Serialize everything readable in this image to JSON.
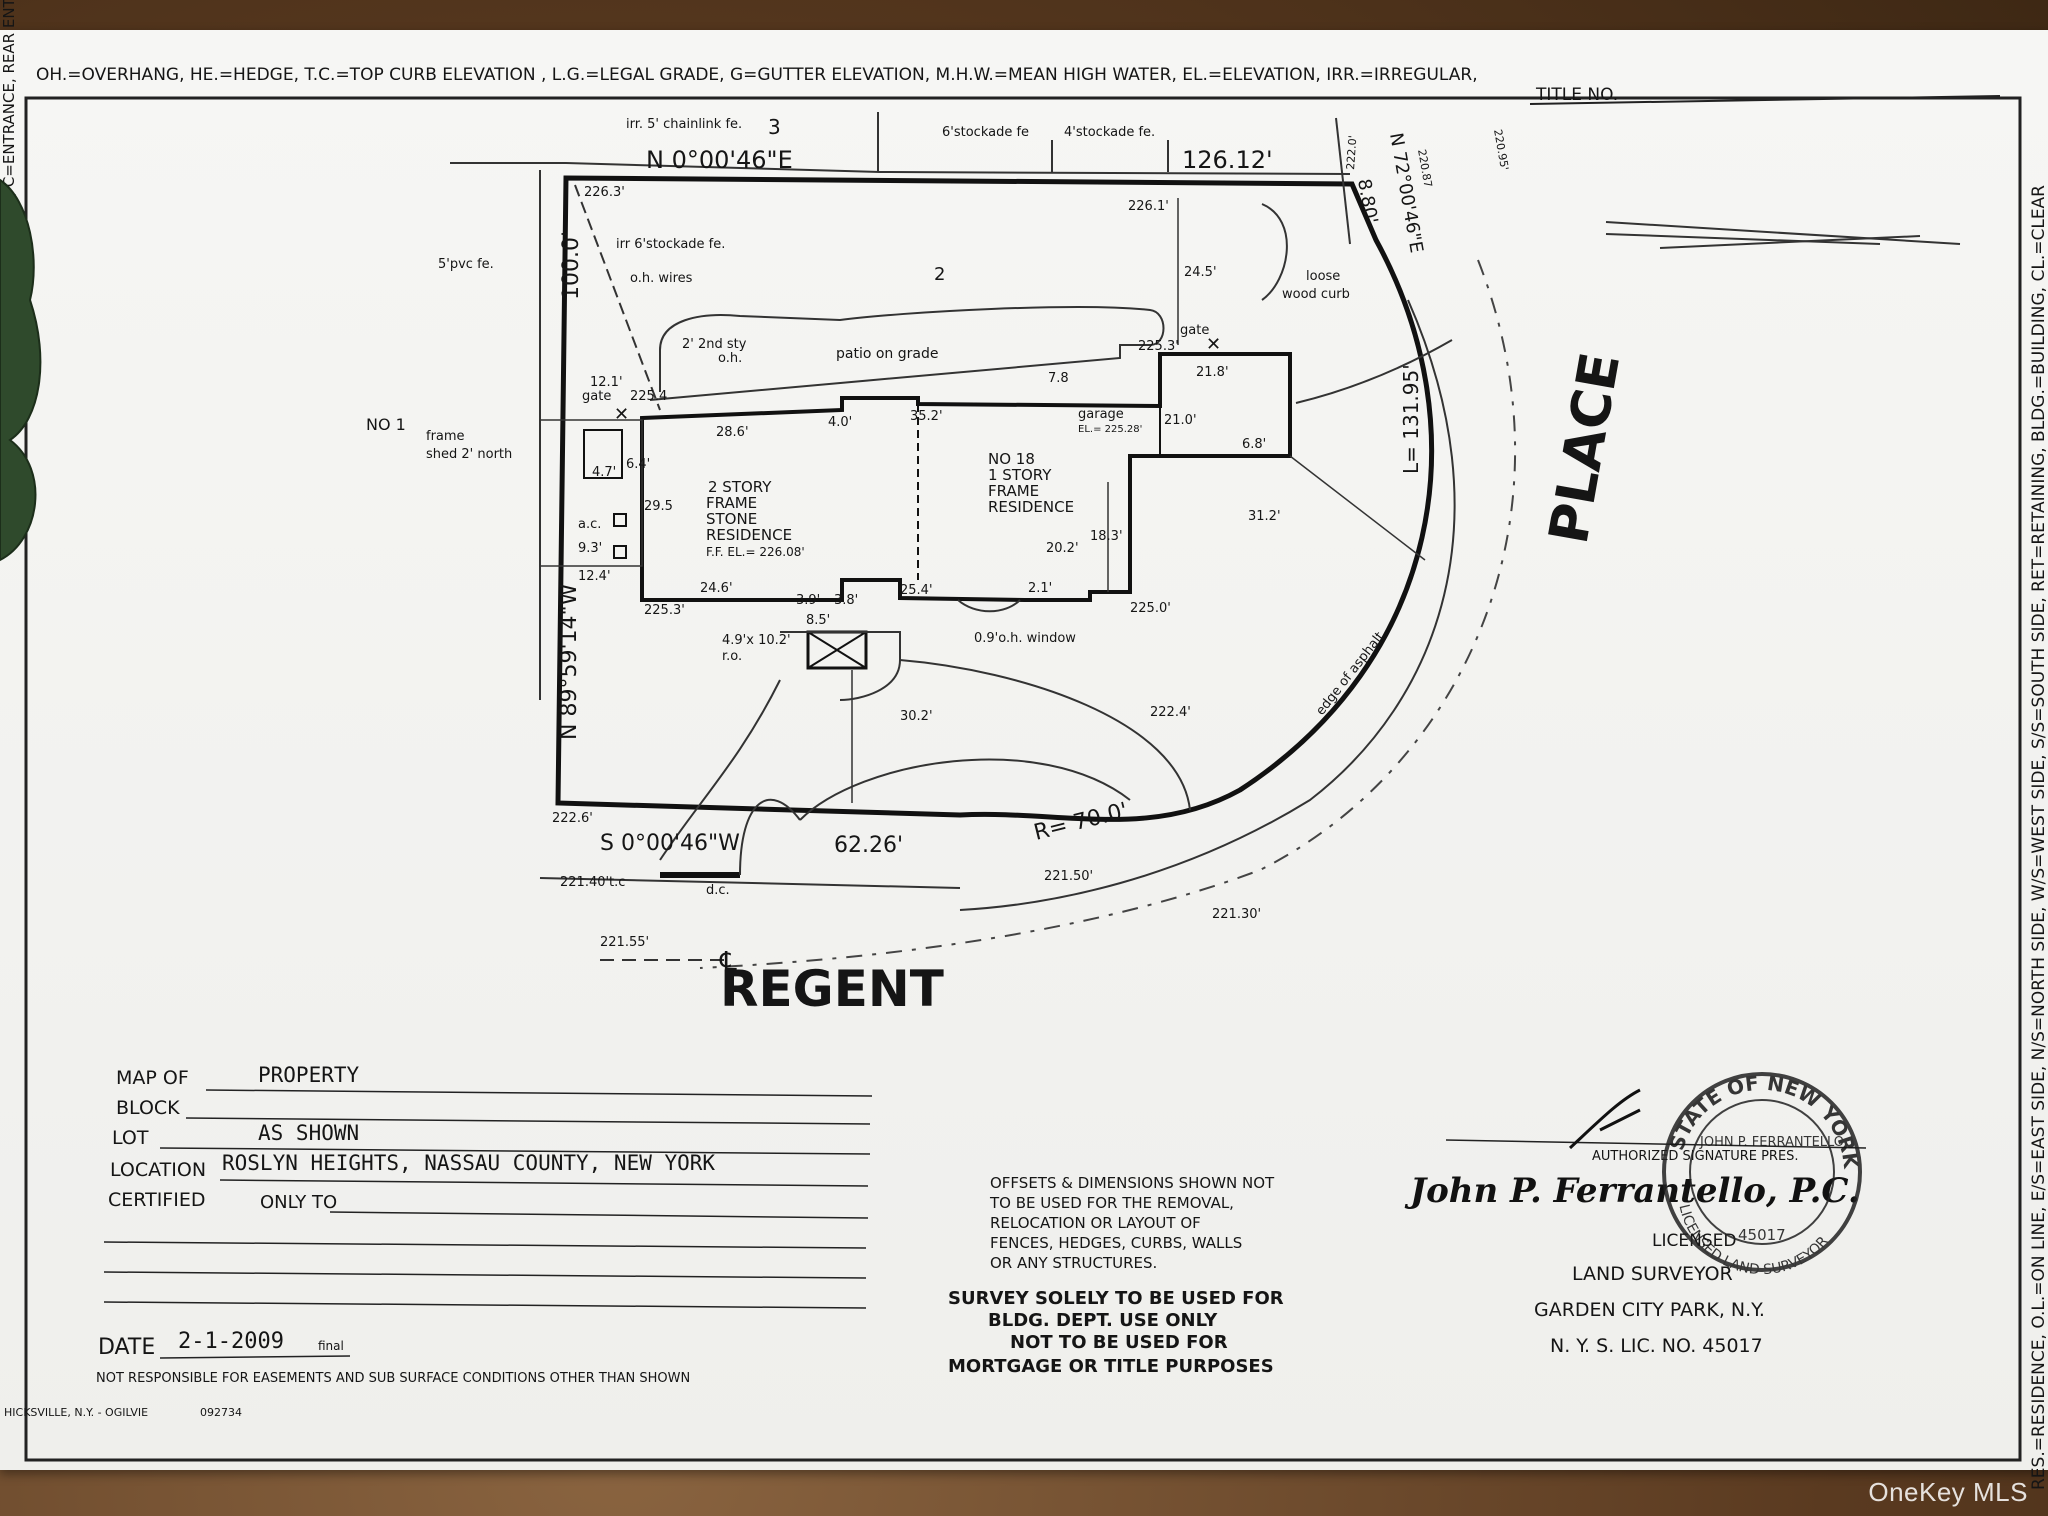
{
  "legend": {
    "abbreviations": "OH.=OVERHANG, HE.=HEDGE, T.C.=TOP CURB ELEVATION , L.G.=LEGAL GRADE, G=GUTTER ELEVATION, M.H.W.=MEAN HIGH WATER, EL.=ELEVATION, IRR.=IRREGULAR,",
    "title_no": "TITLE NO.",
    "right_strip": "RES.=RESIDENCE, O.L.=ON LINE, E/S=EAST SIDE, N/S=NORTH SIDE, W/S=WEST SIDE, S/S=SOUTH SIDE, RET=RETAINING, BLDG.=BUILDING, CL.=CLEAR",
    "left_strip": "O.H.=OVERHANG, O.V.=OVER, C=ENTRANCE, REAR ENTRANCE,"
  },
  "plan": {
    "lot_3": "3",
    "lot_2": "2",
    "no_1": "NO 1",
    "north_bearing": "N 0°00'46\"E",
    "north_dim": "126.12'",
    "west_bearing": "N 89°59'14\"W",
    "west_dim": "100.0'",
    "south_bearing": "S 0°00'46\"W",
    "south_dim": "62.26'",
    "radius": "R= 70.0'",
    "arc_length": "L= 131.95'",
    "ne_bearing": "N 72°00'46\"E",
    "ne_dim": "8.80'",
    "fence_chainlink": "irr. 5' chainlink fe.",
    "fence_stockade_6": "6'stockade fe",
    "fence_stockade_4": "4'stockade fe.",
    "fence_irr_stockade": "irr 6'stockade fe.",
    "pvc_fence": "5'pvc fe.",
    "oh_wires": "o.h. wires",
    "second_sty": "2' 2nd sty",
    "oh": "o.h.",
    "patio": "patio on grade",
    "gate_1": "gate",
    "gate_2": "gate",
    "loose_curb": "loose",
    "loose_curb_2": "wood curb",
    "shed_1": "frame",
    "shed_2": "shed 2' north",
    "ac": "a.c.",
    "main_res_1": "2 STORY",
    "main_res_2": "FRAME",
    "main_res_3": "STONE",
    "main_res_4": "RESIDENCE",
    "ff_el": "F.F. EL.= 226.08'",
    "no18_1": "NO 18",
    "no18_2": "1 STORY",
    "no18_3": "FRAME",
    "no18_4": "RESIDENCE",
    "garage": "garage",
    "garage_el": "EL.= 225.28'",
    "window": "0.9'o.h. window",
    "ro_1": "4.9'x 10.2'",
    "ro_2": "r.o.",
    "edge_asphalt": "edge of asphalt",
    "dc": "d.c.",
    "street_south": "REGENT",
    "street_east": "PLACE",
    "dims": {
      "d_226_3": "226.3'",
      "d_226_1": "226.1'",
      "d_24_5": "24.5'",
      "d_225_3a": "225.3'",
      "d_21_8": "21.8'",
      "d_7_8": "7.8",
      "d_21_0": "21.0'",
      "d_6_8": "6.8'",
      "d_12_1": "12.1'",
      "d_225_4": "225.4",
      "d_28_6": "28.6'",
      "d_40": "4.0'",
      "d_35_2": "35.2'",
      "d_4_7": "4.7'",
      "d_6_4": "6.4'",
      "d_29_5": "29.5",
      "d_9_3": "9.3'",
      "d_12_4": "12.4'",
      "d_24_6": "24.6'",
      "d_225_3b": "225.3'",
      "d_3_9": "3.9'",
      "d_3_8": "3.8'",
      "d_8_5": "8.5'",
      "d_25_4": "25.4'",
      "d_2_1": "2.1'",
      "d_20_2": "20.2'",
      "d_18_3": "18.3'",
      "d_225_0": "225.0'",
      "d_31_2": "31.2'",
      "d_30_2": "30.2'",
      "d_222_4": "222.4'",
      "d_222_6": "222.6'",
      "d_221_40": "221.40't.c",
      "d_221_50": "221.50'",
      "d_221_30": "221.30'",
      "d_221_55": "221.55'",
      "d_220_87": "220.87",
      "d_222_0": "222.0'",
      "d_220_95": "220.95'"
    }
  },
  "title_block": {
    "map_of_label": "MAP OF",
    "map_of_value": "PROPERTY",
    "block_label": "BLOCK",
    "lot_label": "LOT",
    "lot_value": "AS SHOWN",
    "location_label": "LOCATION",
    "location_value": "ROSLYN HEIGHTS, NASSAU COUNTY, NEW YORK",
    "certified_label": "CERTIFIED",
    "certified_value": "ONLY TO",
    "date_label": "DATE",
    "date_value": "2-1-2009",
    "date_suffix": "final",
    "disclaimer": "NOT RESPONSIBLE FOR EASEMENTS AND SUB SURFACE CONDITIONS OTHER THAN SHOWN",
    "printer": "HICKSVILLE, N.Y. - OGILVIE",
    "printer_no": "092734"
  },
  "notes": {
    "offsets": [
      "OFFSETS & DIMENSIONS SHOWN NOT",
      "TO BE USED FOR THE REMOVAL,",
      "RELOCATION OR LAYOUT OF",
      "FENCES, HEDGES, CURBS, WALLS",
      "OR ANY STRUCTURES."
    ],
    "survey": [
      "SURVEY SOLELY TO BE USED FOR",
      "BLDG. DEPT. USE ONLY",
      "NOT TO BE USED FOR",
      "MORTGAGE OR TITLE PURPOSES"
    ]
  },
  "surveyor": {
    "authorized": "AUTHORIZED SIGNATURE PRES.",
    "signature": "John P. Ferrantello, P.C.",
    "licensed": "LICENSED",
    "title": "LAND SURVEYOR",
    "city": "GARDEN CITY PARK, N.Y.",
    "license": "N. Y. S. LIC. NO. 45017"
  },
  "seal": {
    "top": "STATE OF NEW YORK",
    "name": "JOHN P. FERRANTELLO",
    "number": "45017",
    "bottom": "LICENSED LAND SURVEYOR"
  },
  "watermark": "OneKey MLS"
}
